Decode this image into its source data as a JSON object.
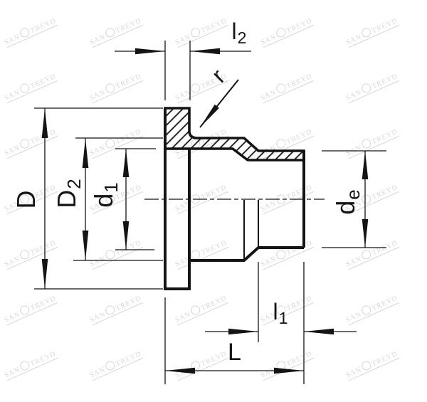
{
  "drawing": {
    "line_color": "#141414",
    "background": "#ffffff",
    "labels": {
      "D": {
        "base": "D",
        "sub": ""
      },
      "D2": {
        "base": "D",
        "sub": "2"
      },
      "d1": {
        "base": "d",
        "sub": "1"
      },
      "de": {
        "base": "d",
        "sub": "e"
      },
      "l2": {
        "base": "l",
        "sub": "2"
      },
      "l1": {
        "base": "l",
        "sub": "1"
      },
      "L": {
        "base": "L",
        "sub": ""
      },
      "r": {
        "base": "r",
        "sub": ""
      }
    }
  },
  "watermark": {
    "text_left": "SAN",
    "text_right": "TREYD",
    "color": "#d7d7d7",
    "angle_deg": -24,
    "cols": [
      4,
      124,
      244,
      364,
      484
    ],
    "rows": [
      40,
      118,
      196,
      274,
      352,
      430,
      508
    ]
  }
}
